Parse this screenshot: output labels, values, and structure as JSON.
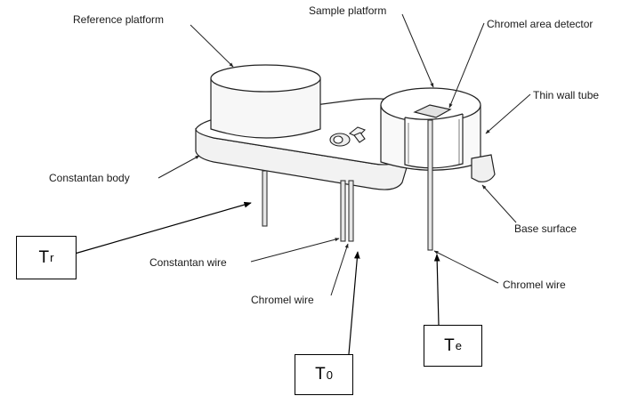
{
  "labels": {
    "reference_platform": "Reference platform",
    "sample_platform": "Sample platform",
    "chromel_area_detector": "Chromel area detector",
    "thin_wall_tube": "Thin wall tube",
    "constantan_body": "Constantan body",
    "base_surface": "Base surface",
    "constantan_wire": "Constantan wire",
    "chromel_wire_center": "Chromel wire",
    "chromel_wire_right": "Chromel wire"
  },
  "temperature_boxes": {
    "t_r": {
      "main": "T",
      "sub": "r"
    },
    "t_0": {
      "main": "T",
      "sub": "0"
    },
    "t_e": {
      "main": "T",
      "sub": "e"
    }
  }
}
